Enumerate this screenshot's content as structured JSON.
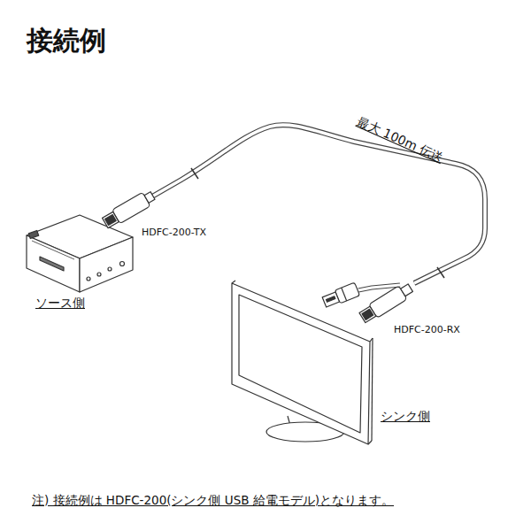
{
  "diagram": {
    "title": "接続例",
    "caption": "注)  接続例は HDFC-200(シンク側 USB 給電モデル)となります。",
    "labels": [
      "最大 100m 伝送",
      "HDFC-200-TX",
      "ソース側",
      "HDFC-200-RX",
      "シンク側"
    ]
  }
}
